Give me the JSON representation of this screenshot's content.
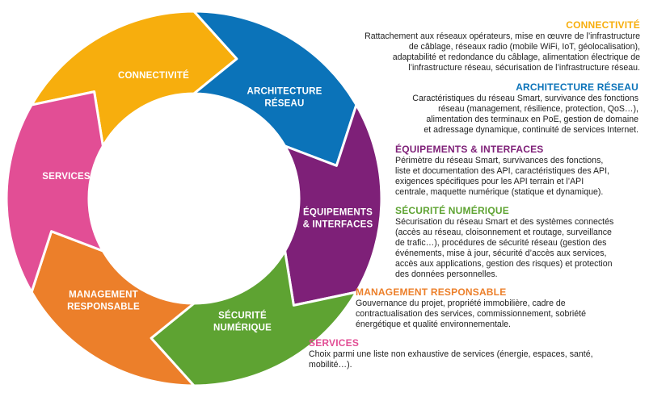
{
  "colors": {
    "connectivite": "#F7AE0D",
    "architecture": "#0B73B9",
    "equipements": "#7E2078",
    "securite": "#5EA332",
    "management": "#EC7F2A",
    "services": "#E24E95",
    "text": "#222222"
  },
  "cycle": {
    "segments": [
      {
        "key": "connectivite",
        "lines": [
          "CONNECTIVITÉ"
        ]
      },
      {
        "key": "architecture",
        "lines": [
          "ARCHITECTURE",
          "RÉSEAU"
        ]
      },
      {
        "key": "equipements",
        "lines": [
          "ÉQUIPEMENTS",
          "& INTERFACES"
        ]
      },
      {
        "key": "securite",
        "lines": [
          "SÉCURITÉ",
          "NUMÉRIQUE"
        ]
      },
      {
        "key": "management",
        "lines": [
          "MANAGEMENT",
          "RESPONSABLE"
        ]
      },
      {
        "key": "services",
        "lines": [
          "SERVICES"
        ]
      }
    ]
  },
  "descriptions": [
    {
      "key": "connectivite",
      "title": "CONNECTIVITÉ",
      "lines": [
        "Rattachement aux réseaux opérateurs, mise en œuvre de l’infrastructure",
        "de câblage, réseaux radio (mobile WiFi, IoT, géolocalisation),",
        "adaptabilité et redondance du câblage, alimentation électrique de",
        "l’infrastructure réseau, sécurisation de l’infrastructure réseau."
      ]
    },
    {
      "key": "architecture",
      "title": "ARCHITECTURE RÉSEAU",
      "lines": [
        "Caractéristiques du réseau Smart, survivance des fonctions",
        "réseau (management, résilience, protection, QoS…),",
        "alimentation des terminaux en PoE, gestion de domaine",
        "et adressage dynamique, continuité de services Internet."
      ]
    },
    {
      "key": "equipements",
      "title": "ÉQUIPEMENTS & INTERFACES",
      "lines": [
        "Périmètre du réseau Smart, survivances des fonctions,",
        "liste et documentation des API, caractéristiques des API,",
        "exigences spécifiques pour les API terrain et l’API",
        "centrale, maquette numérique (statique et dynamique)."
      ]
    },
    {
      "key": "securite",
      "title": "SÉCURITÉ NUMÉRIQUE",
      "lines": [
        "Sécurisation du réseau Smart et des systèmes connectés",
        "(accès au réseau, cloisonnement et routage, surveillance",
        "de trafic…), procédures de sécurité réseau (gestion des",
        "événements, mise à jour, sécurité d’accès aux services,",
        "accès aux applications, gestion des risques) et protection",
        "des données personnelles."
      ]
    },
    {
      "key": "management",
      "title": "MANAGEMENT RESPONSABLE",
      "lines": [
        "Gouvernance du projet, propriété immobilière, cadre de",
        "contractualisation des services, commissionnement, sobriété",
        "énergétique et qualité environnementale."
      ]
    },
    {
      "key": "services",
      "title": "SERVICES",
      "lines": [
        "Choix parmi une liste non exhaustive de services (énergie, espaces, santé,",
        "mobilité…)."
      ]
    }
  ]
}
